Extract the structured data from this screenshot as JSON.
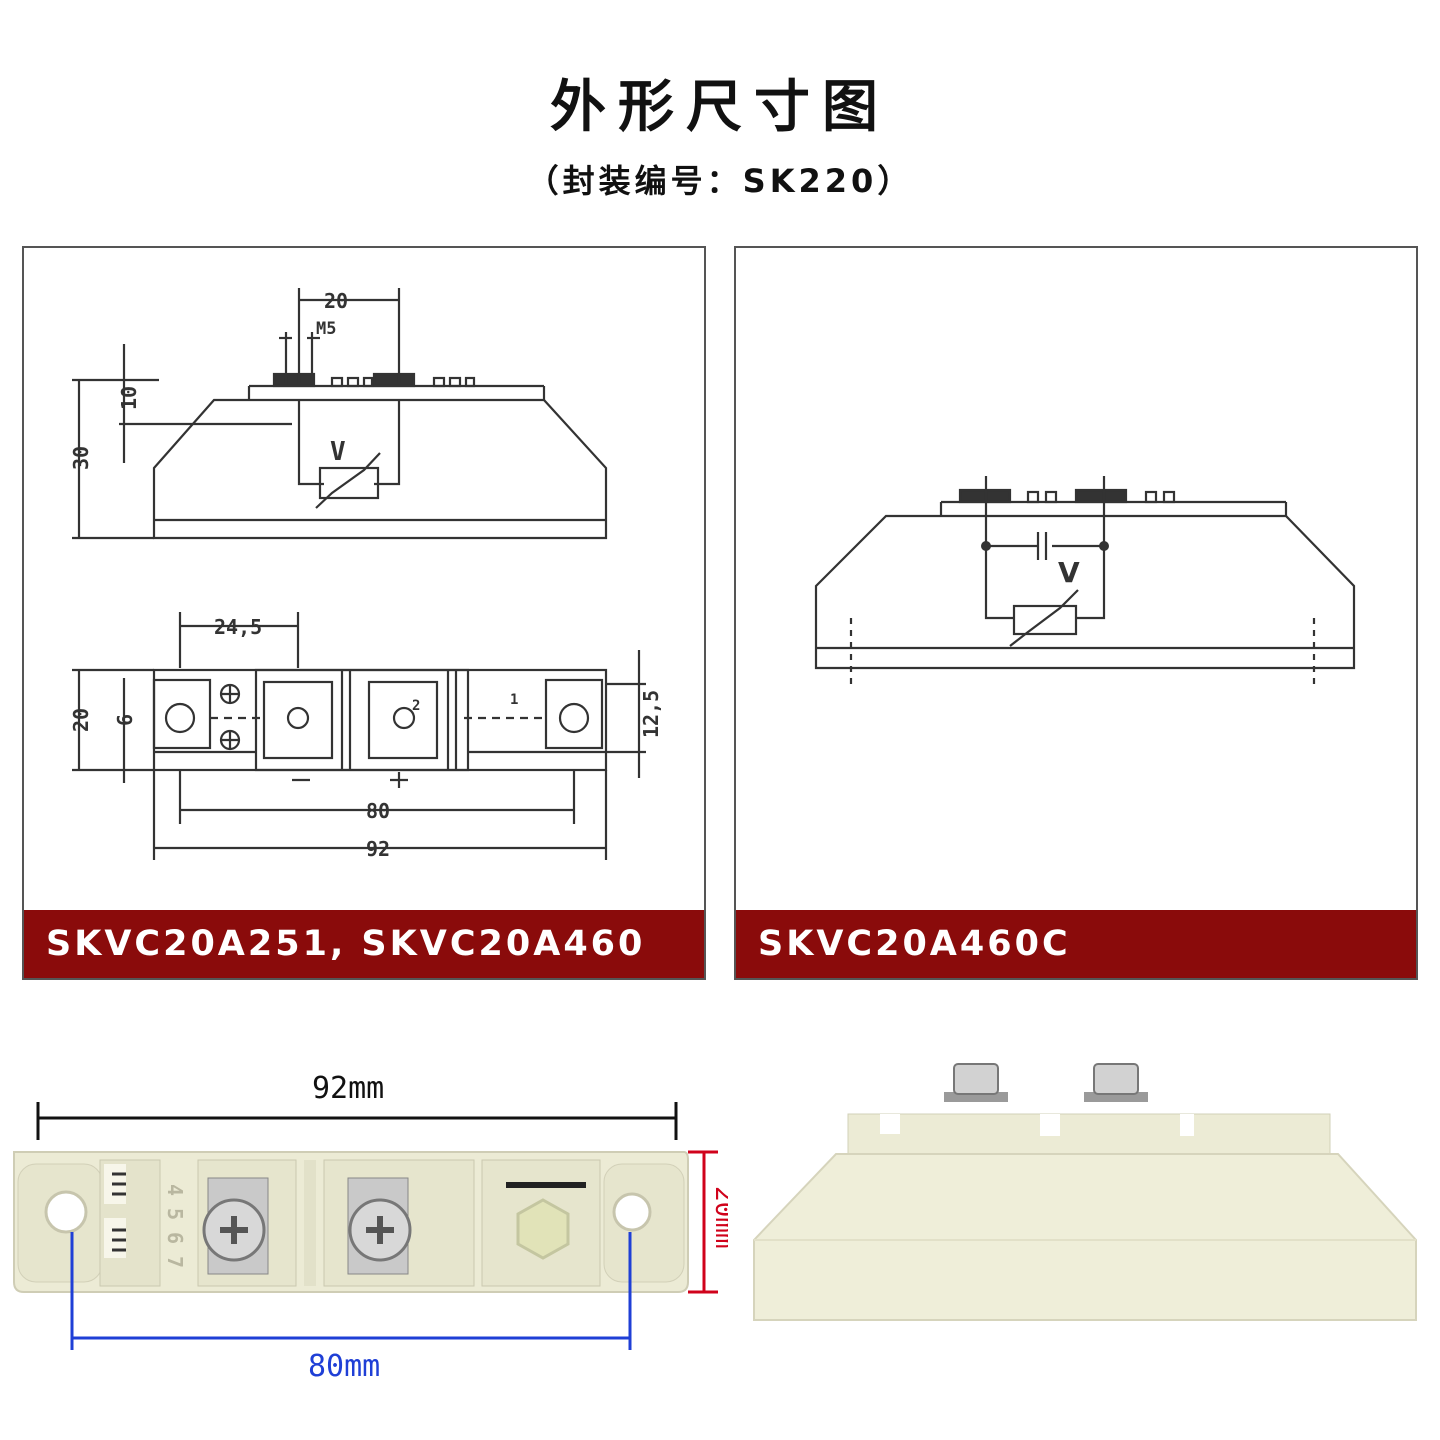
{
  "header": {
    "title": "外形尺寸图",
    "subtitle": "（封装编号：SK220）"
  },
  "panels": [
    {
      "caption": "SKVC20A251, SKVC20A460",
      "side_view": {
        "dim_top": "20",
        "dim_thread": "M5",
        "dim_height_small": "10",
        "dim_height": "30",
        "symbol": "V"
      },
      "top_view": {
        "dim_offset": "24,5",
        "dim_width": "20",
        "dim_inner": "6",
        "dim_right": "12,5",
        "dim_holes": "80",
        "dim_length": "92",
        "terminal_1": "1",
        "terminal_2": "2",
        "minus": "-",
        "plus": "+"
      }
    },
    {
      "caption": "SKVC20A460C",
      "side_view": {
        "symbol": "V"
      }
    }
  ],
  "photos": {
    "top_photo": {
      "length_label": "92mm",
      "hole_spacing_label": "80mm",
      "width_label": "20mm",
      "pin_numbers": [
        "4",
        "5",
        "6",
        "7"
      ]
    }
  },
  "colors": {
    "caption_bar": "#8a0b0b",
    "red_dim": "#d0021b",
    "blue_dim": "#1f3fd6",
    "module_body": "#ecebd5"
  }
}
